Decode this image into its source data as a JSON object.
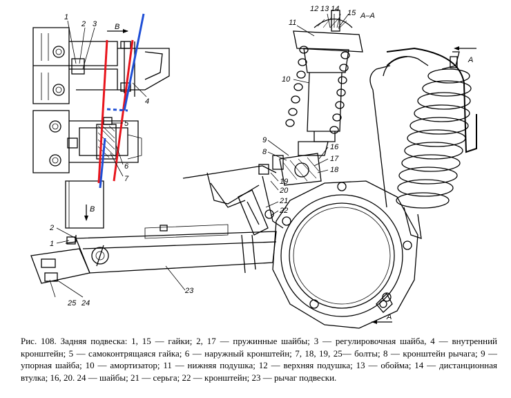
{
  "labels": {
    "l1": "1",
    "l2": "2",
    "l3": "3",
    "l4": "4",
    "l5": "5",
    "l6": "6",
    "l7": "7",
    "l8": "8",
    "l9": "9",
    "l10": "10",
    "l11": "11",
    "l12": "12",
    "l13": "13",
    "l14": "14",
    "l15": "15",
    "l16": "16",
    "l17": "17",
    "l18": "18",
    "l19": "19",
    "l20": "20",
    "l21": "21",
    "l22": "22",
    "l23": "23",
    "l24": "24",
    "l25": "25",
    "l1b": "1",
    "l2b": "2"
  },
  "view_labels": {
    "b_top": "B",
    "b_bottom": "B",
    "a_a": "A–A",
    "a_top": "A",
    "a_bottom": "A"
  },
  "colors": {
    "red": "#e8141c",
    "blue": "#1f4fd6",
    "ink": "#000000"
  },
  "caption": "Рис. 108. Задняя подвеска: 1, 15 — гайки; 2, 17 — пружинные шайбы; 3 — регулировочная шайба, 4 — внутренний кронштейн; 5 — самоконтрящаяся гайка; 6 — наружный кронштейн; 7, 18, 19, 25— болты; 8 — кронштейн рычага; 9 — упорная шайба; 10 — амортизатор; 11 — нижняя подушка; 12 — верхняя подушка; 13 — обойма; 14 — дистанционная втулка; 16, 20. 24 — шайбы; 21 — серьга; 22 — кронштейн; 23 — рычаг подвески."
}
